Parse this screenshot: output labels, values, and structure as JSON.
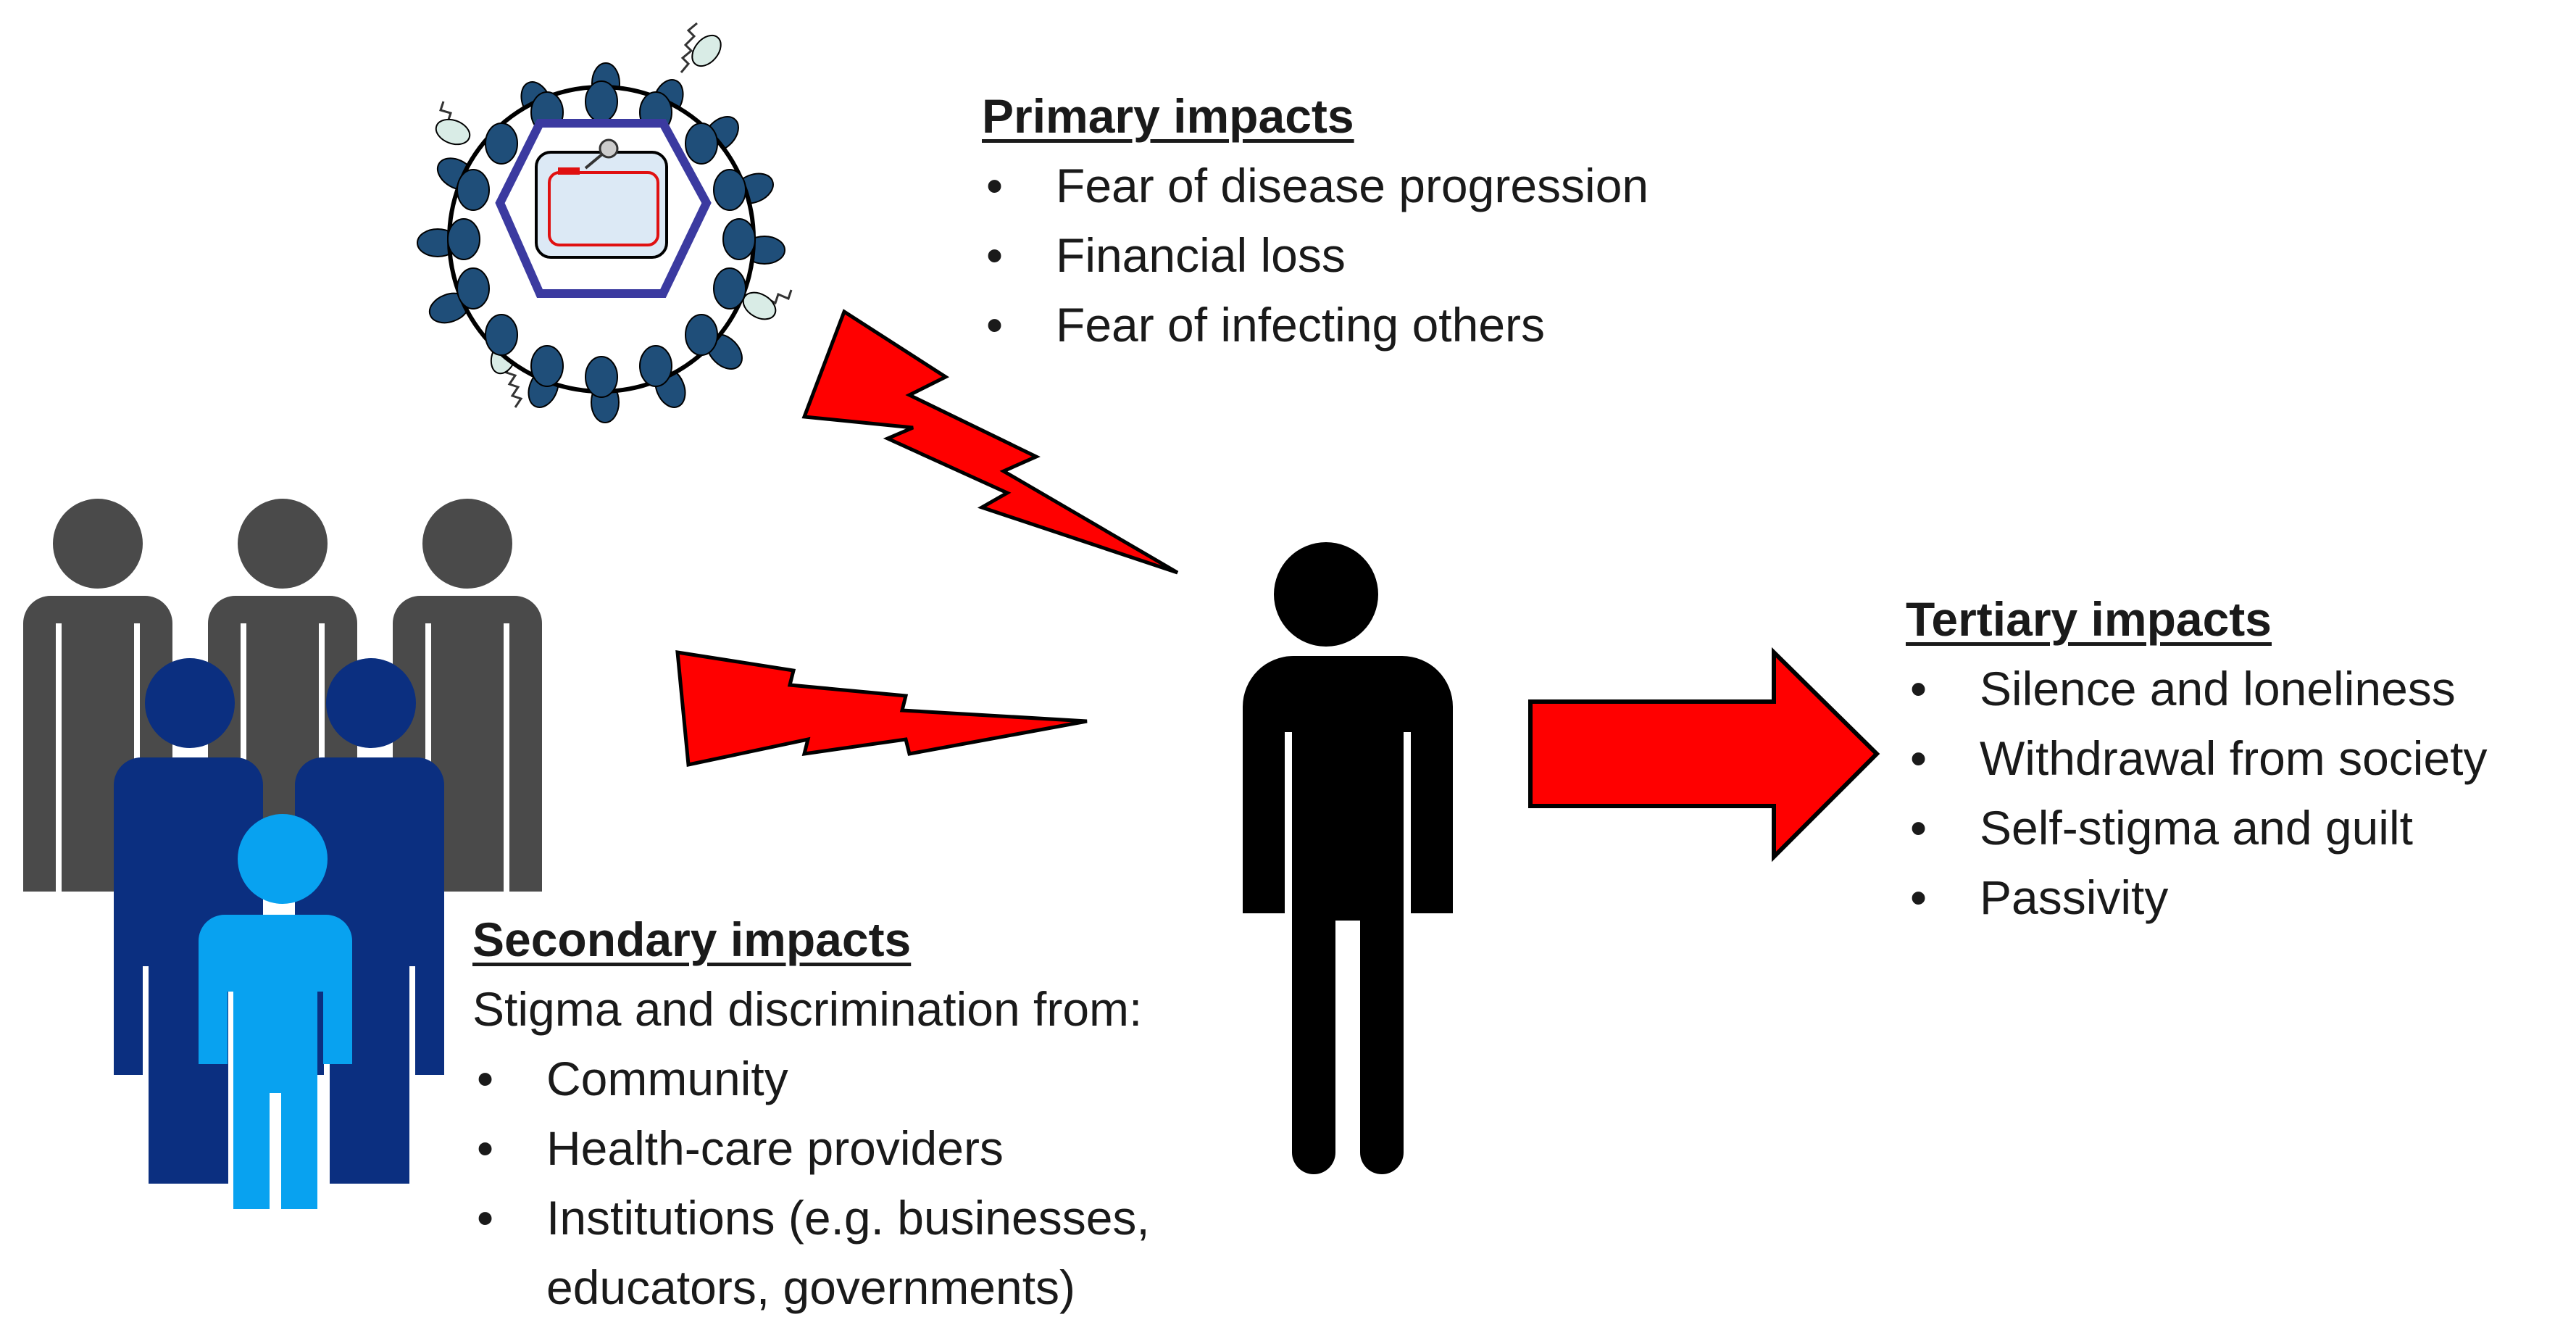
{
  "primary": {
    "heading": "Primary impacts",
    "items": [
      "Fear of disease progression",
      "Financial loss",
      "Fear of infecting others"
    ]
  },
  "secondary": {
    "heading": "Secondary impacts",
    "intro": "Stigma and discrimination from:",
    "items": [
      "Community",
      "Health-care providers",
      "Institutions (e.g. businesses,"
    ],
    "continuation": "educators, governments)"
  },
  "tertiary": {
    "heading": "Tertiary impacts",
    "items": [
      "Silence and loneliness",
      "Withdrawal from society",
      "Self-stigma and guilt",
      "Passivity"
    ]
  },
  "bullet_char": "•",
  "icons": {
    "virus": "virus-icon",
    "community": "community-group-icon",
    "person": "person-icon",
    "bolt_primary": "lightning-bolt-icon",
    "bolt_secondary": "lightning-bolt-icon",
    "arrow": "right-arrow-icon"
  },
  "colors": {
    "text": "#1a1a1a",
    "impact_red": "#ff0000",
    "outline": "#000000",
    "gray_person": "#4a4a4a",
    "navy_person": "#0b2f80",
    "light_blue_person": "#08a2f0",
    "virus_dark": "#1f4e79",
    "virus_capsid": "#3b3aa0",
    "virus_core": "#dce9f5",
    "virus_rna": "#e01010"
  }
}
